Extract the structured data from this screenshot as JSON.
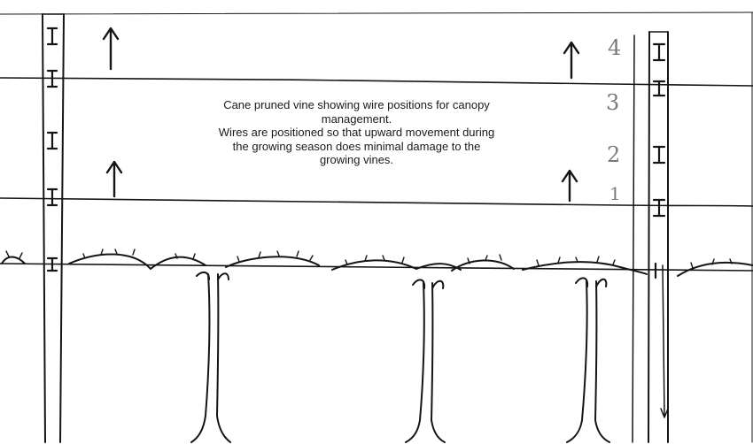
{
  "caption": {
    "line1": "Cane pruned vine showing wire positions for canopy",
    "line2": "management.",
    "line3": "Wires are positioned so that upward movement during",
    "line4": "the growing season does minimal damage to the",
    "line5": "growing vines."
  },
  "wire_labels": [
    "4",
    "3",
    "2",
    "1"
  ],
  "colors": {
    "ink": "#151515",
    "label": "#7a7a7a",
    "background": "#ffffff"
  },
  "arrow_icon": "up-arrow-icon",
  "clip_icon": "wire-clip-icon"
}
